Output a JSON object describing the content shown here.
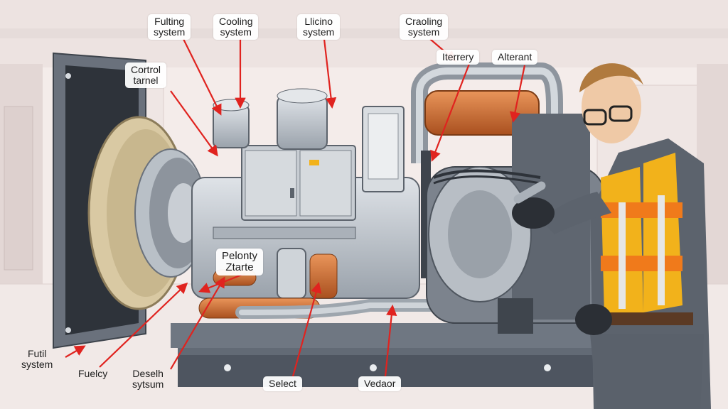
{
  "colors": {
    "background": "#f3ecea",
    "steel": "#b9bfc6",
    "steel_dark": "#5f6670",
    "copper": "#c9672d",
    "callout_arrow": "#e0231f",
    "vest_yellow": "#f2b21b",
    "vest_orange": "#f07a1b"
  },
  "labels": {
    "fuel_top": [
      "Fulting",
      "system"
    ],
    "cooling": [
      "Cooling",
      "system"
    ],
    "lubrication": [
      "Llicino",
      "system"
    ],
    "charging": [
      "Craoling",
      "system"
    ],
    "control_panel": [
      "Cortrol",
      "tarnel"
    ],
    "iterrery": "Iterrery",
    "alternator": "Alterant",
    "priority_starter": [
      "Pelonty",
      "Ztarte"
    ],
    "fuel_bottom": [
      "Futil",
      "system"
    ],
    "fuelcy": "Fuelcy",
    "deselh": [
      "Deselh",
      "sytsum"
    ],
    "select": "Select",
    "vedaor": "Vedaor"
  }
}
